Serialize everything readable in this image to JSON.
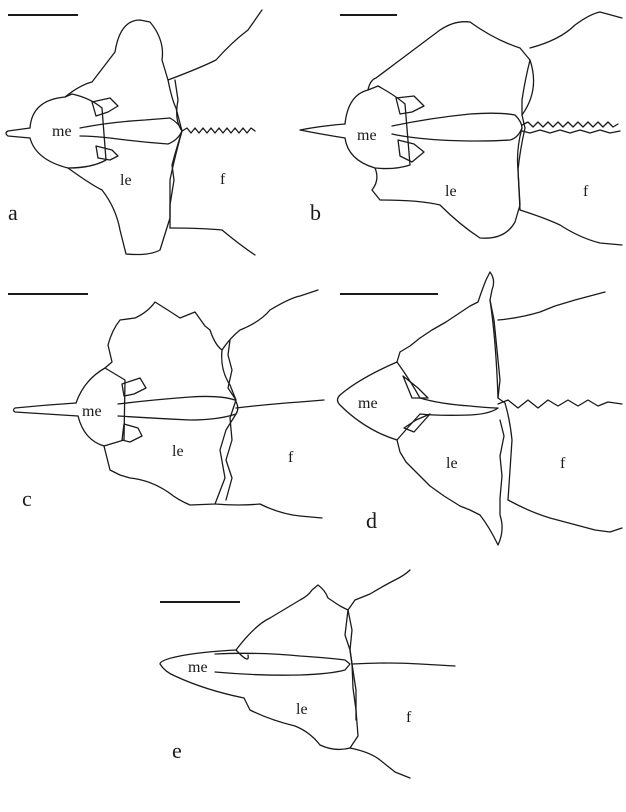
{
  "panels": [
    {
      "id": "a",
      "letter": "a",
      "me": "me",
      "le": "le",
      "f": "f"
    },
    {
      "id": "b",
      "letter": "b",
      "me": "me",
      "le": "le",
      "f": "f"
    },
    {
      "id": "c",
      "letter": "c",
      "me": "me",
      "le": "le",
      "f": "f"
    },
    {
      "id": "d",
      "letter": "d",
      "me": "me",
      "le": "le",
      "f": "f"
    },
    {
      "id": "e",
      "letter": "e",
      "me": "me",
      "le": "le",
      "f": "f"
    }
  ]
}
